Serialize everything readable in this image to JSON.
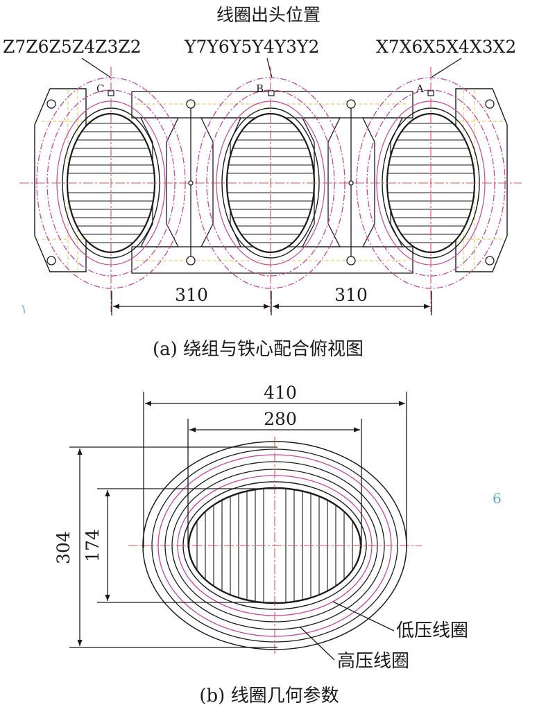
{
  "diagram_a": {
    "header": "线圈出头位置",
    "terminals_left": "Z7Z6Z5Z4Z3Z2",
    "terminals_mid": "Y7Y6Y5Y4Y3Y2",
    "terminals_right": "X7X6X5X4X3X2",
    "phase_c": "C",
    "phase_b": "B",
    "phase_a": "A",
    "dim_left": "310",
    "dim_right": "310",
    "caption": "(a) 绕组与铁心配合俯视图"
  },
  "diagram_b": {
    "dim_outer_width": "410",
    "dim_inner_width": "280",
    "dim_outer_height": "304",
    "dim_inner_height": "174",
    "label_lv_coil": "低压线圈",
    "label_hv_coil": "高压线圈",
    "caption": "(b) 线圈几何参数"
  },
  "stray_marks": {
    "page_number": "6"
  },
  "colors": {
    "line": "#1a1a1a",
    "magenta": "#c8449a",
    "red": "#d9534f",
    "yellow": "#e8c040",
    "cyan": "#5ab0cf"
  }
}
